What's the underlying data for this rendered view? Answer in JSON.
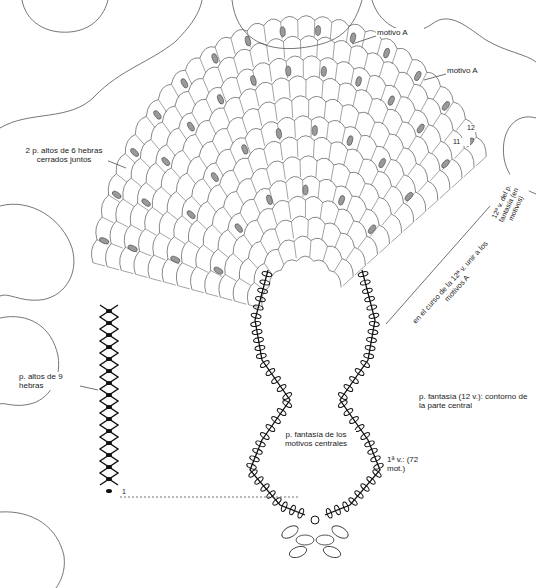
{
  "diagram": {
    "labels": [
      "motivo A",
      "motivo A",
      "2 p. altos de 6 hebras cerrados juntos",
      "12ª v. del p. fantasía (en motivos)",
      "en el curso de la 12ª v. unir a los motivos A",
      "p. altos de 9 hebras",
      "p. fantasía (12 v.): contorno de la parte central",
      "p. fantasía de los motivos centrales",
      "1ª v.: (72 mot.)",
      "12",
      "11",
      "1"
    ]
  }
}
